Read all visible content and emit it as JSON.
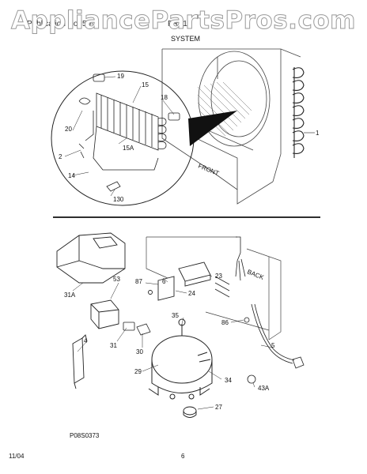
{
  "header": {
    "watermark": "AppliancePartsPros.com",
    "left_text": "Publication No. 59-7",
    "right_text": "FRT18"
  },
  "page_title": "SYSTEM",
  "diagram": {
    "callouts": {
      "c19": "19",
      "c15": "15",
      "c18": "18",
      "c20": "20",
      "c15a": "15A",
      "c2": "2",
      "c14": "14",
      "c130": "130",
      "c1": "1",
      "front": "FRONT",
      "c31a": "31A",
      "c53": "53",
      "c87": "87",
      "c6": "6",
      "c23": "23",
      "c24": "24",
      "back": "BACK",
      "c35": "35",
      "c86": "86",
      "c4": "4",
      "c31": "31",
      "c30": "30",
      "c5": "5",
      "c29": "29",
      "c34": "34",
      "c43a": "43A",
      "c27": "27"
    }
  },
  "figure_id": "P08S0373",
  "footer": {
    "date": "11/04",
    "page_number": "6"
  }
}
